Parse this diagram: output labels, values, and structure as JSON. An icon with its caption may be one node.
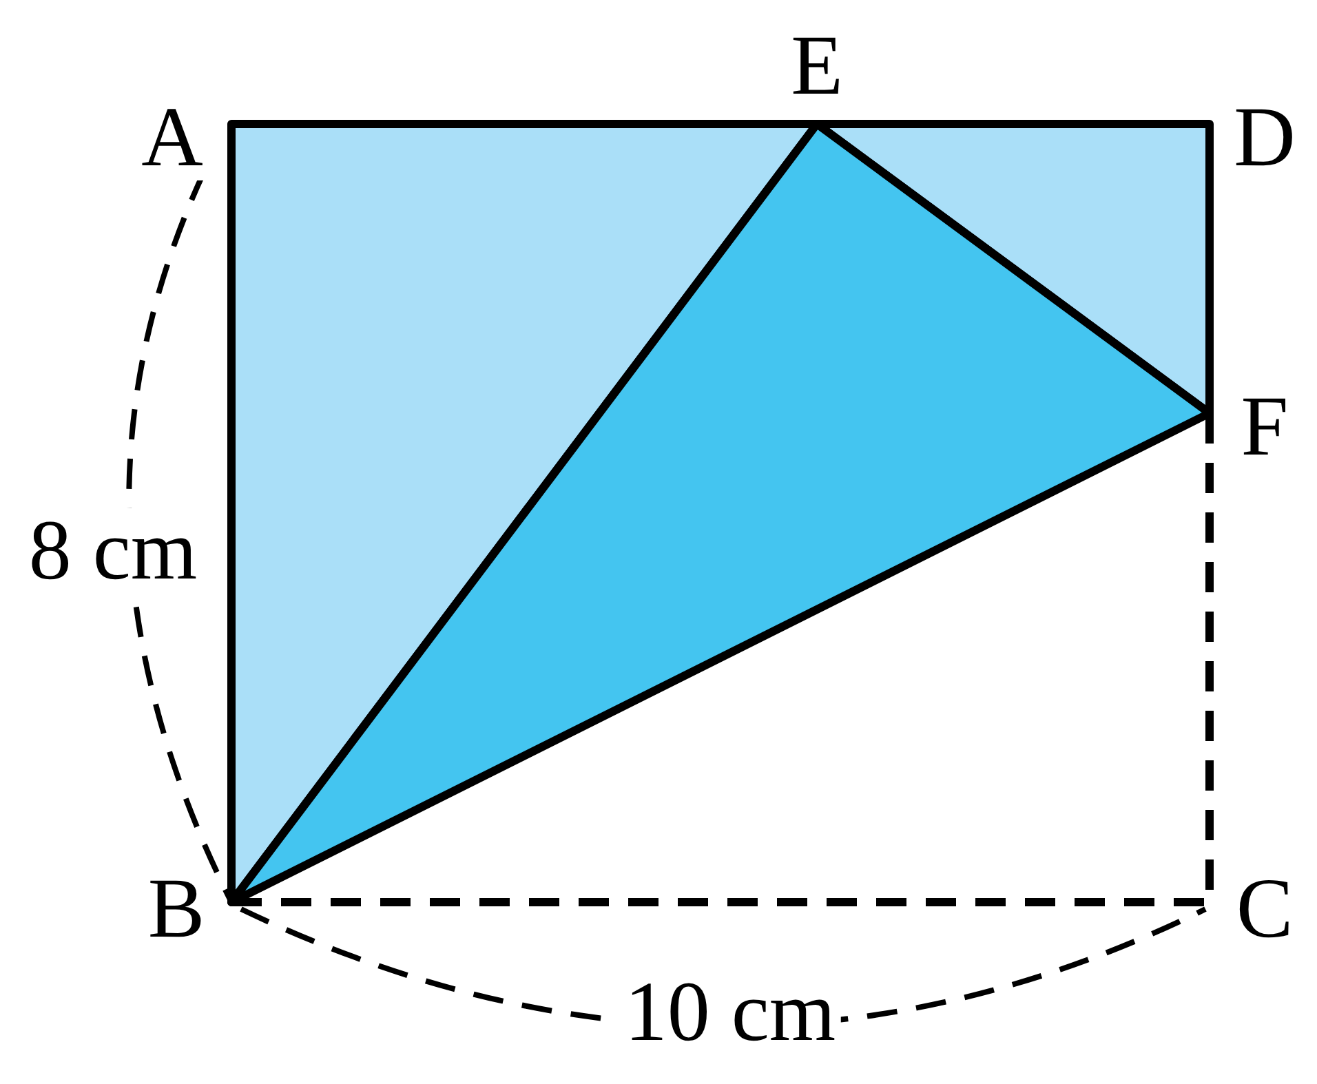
{
  "diagram": {
    "labels": [
      "E",
      "A",
      "D",
      "F",
      "8 cm",
      "B",
      "C",
      "10 cm"
    ]
  }
}
